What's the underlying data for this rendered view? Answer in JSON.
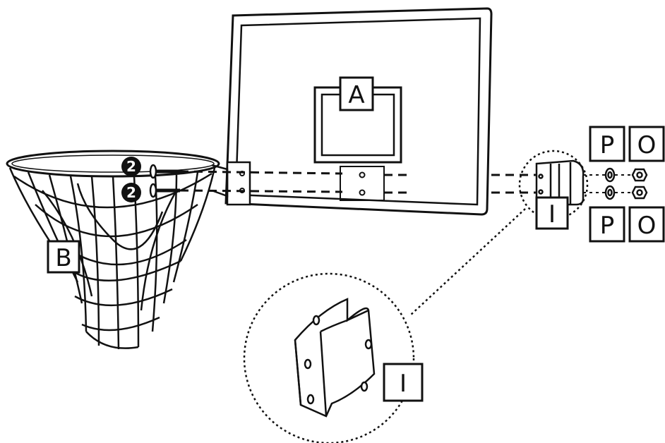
{
  "labels": {
    "backboard": "A",
    "rim": "B",
    "bracket": "I",
    "bracket_detail": "I",
    "washer_top": "P",
    "washer_bottom": "P",
    "nut_top": "O",
    "nut_bottom": "O"
  },
  "bolt_quantity_top": "2",
  "bolt_quantity_bottom": "2",
  "colors": {
    "line": "#111111",
    "fill": "#ffffff"
  }
}
